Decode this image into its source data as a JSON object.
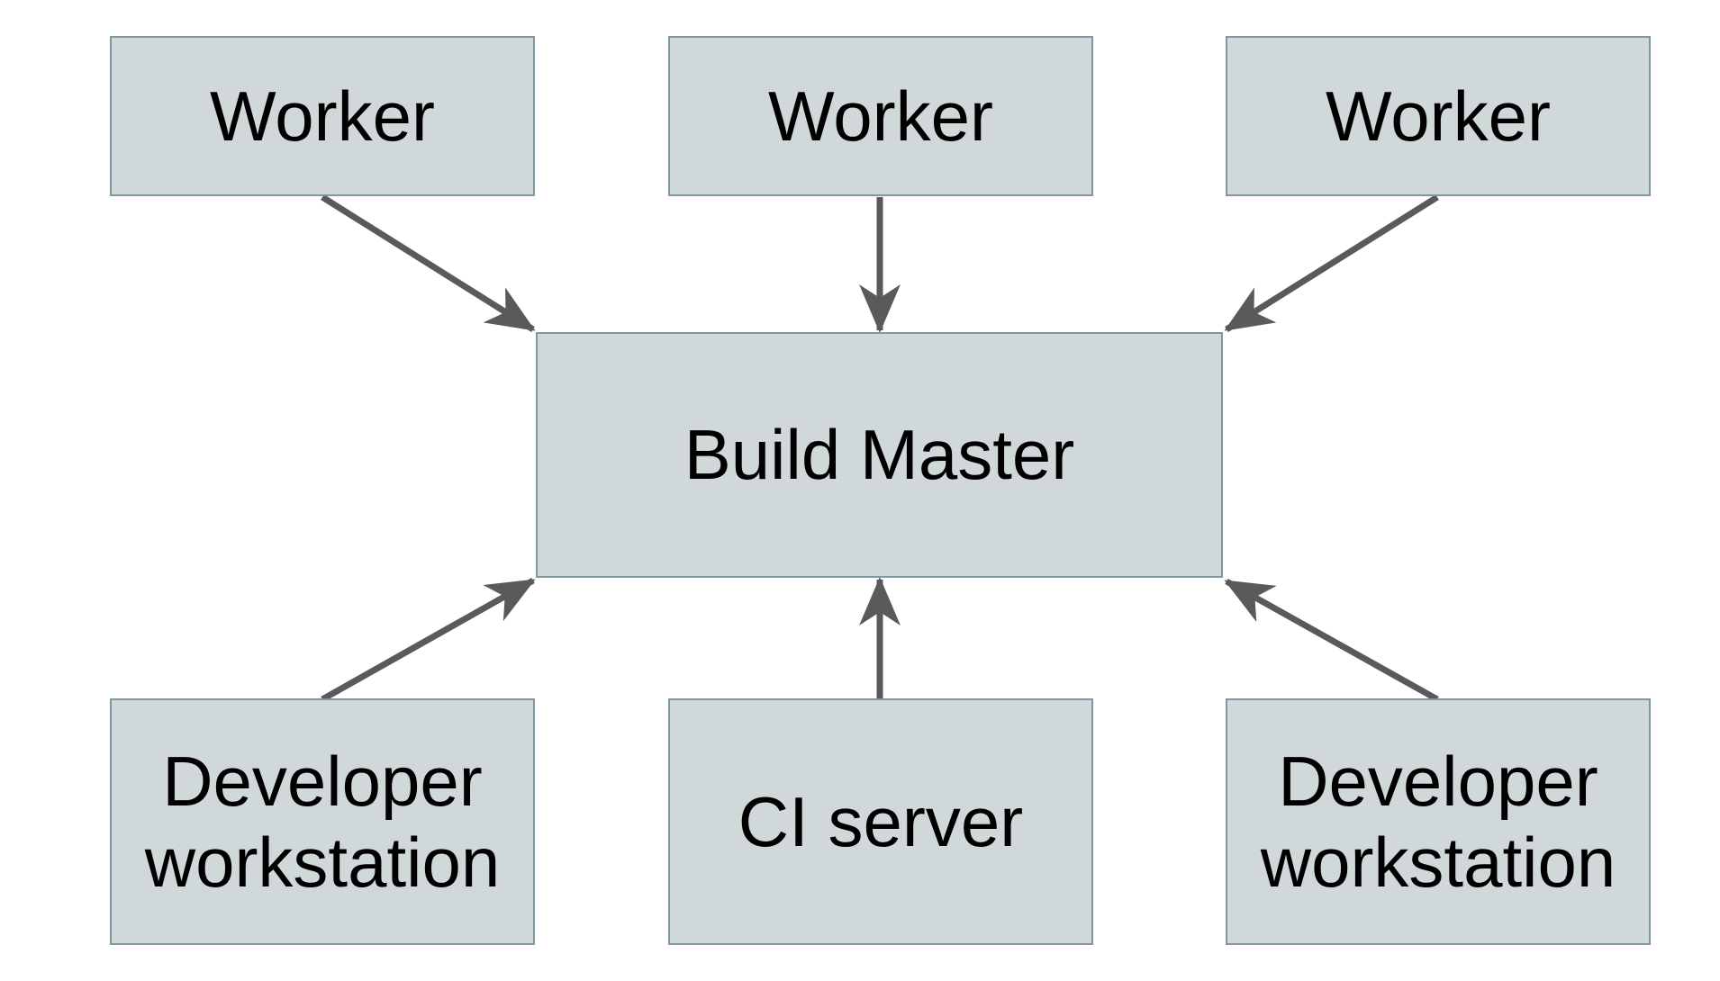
{
  "colors": {
    "canvas_bg": "#ffffff",
    "node_fill": "#d1d8da",
    "node_border": "#8096a1",
    "arrow": "#595a5b",
    "text": "#000000"
  },
  "diagram": {
    "nodes": {
      "worker_1": {
        "label": "Worker"
      },
      "worker_2": {
        "label": "Worker"
      },
      "worker_3": {
        "label": "Worker"
      },
      "build_master": {
        "label": "Build Master"
      },
      "developer_workstation_1": {
        "label": "Developer workstation"
      },
      "ci_server": {
        "label": "CI server"
      },
      "developer_workstation_2": {
        "label": "Developer workstation"
      }
    },
    "edges": [
      {
        "from": "worker_1",
        "to": "build_master"
      },
      {
        "from": "worker_2",
        "to": "build_master"
      },
      {
        "from": "worker_3",
        "to": "build_master"
      },
      {
        "from": "developer_workstation_1",
        "to": "build_master"
      },
      {
        "from": "ci_server",
        "to": "build_master"
      },
      {
        "from": "developer_workstation_2",
        "to": "build_master"
      }
    ]
  }
}
